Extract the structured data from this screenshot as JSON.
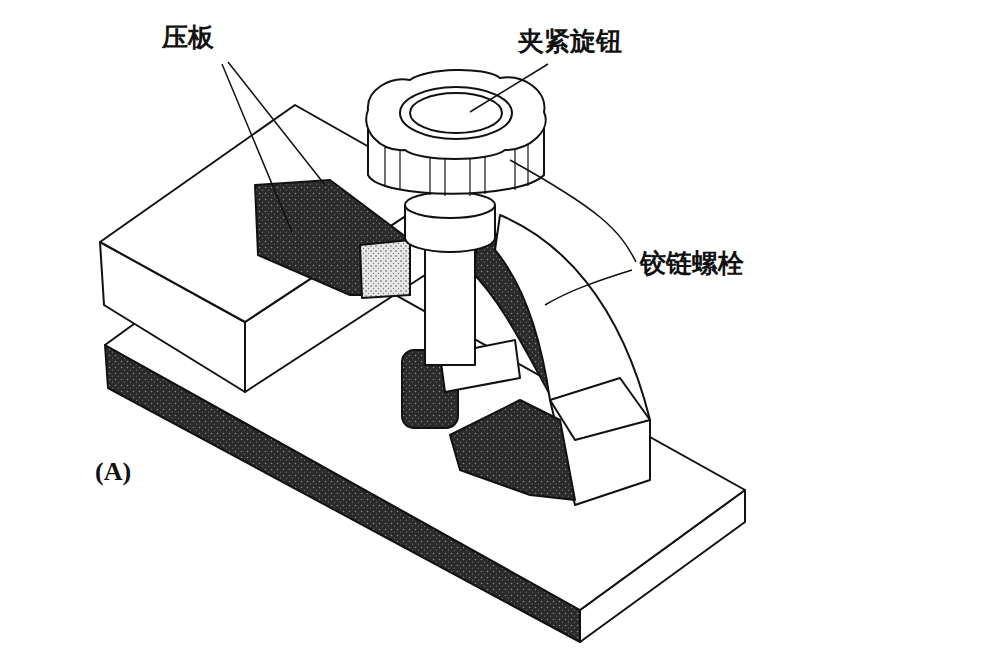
{
  "diagram": {
    "labels": [
      "压板",
      "夹紧旋钮",
      "铰链螺栓",
      "(A)"
    ]
  }
}
